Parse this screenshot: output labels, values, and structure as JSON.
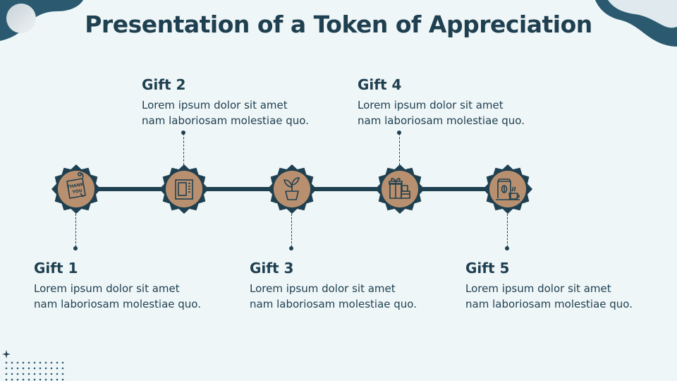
{
  "title": "Presentation of a Token of Appreciation",
  "gifts": [
    {
      "title": "Gift 1",
      "line1": "Lorem ipsum dolor sit amet",
      "line2": "nam laboriosam molestiae quo.",
      "icon": "thank-you-card-icon",
      "badge_text_1": "THANK",
      "badge_text_2": "YOU"
    },
    {
      "title": "Gift 2",
      "line1": "Lorem ipsum dolor sit amet",
      "line2": "nam laboriosam molestiae quo.",
      "icon": "book-icon"
    },
    {
      "title": "Gift 3",
      "line1": "Lorem ipsum dolor sit amet",
      "line2": "nam laboriosam molestiae quo.",
      "icon": "plant-pot-icon"
    },
    {
      "title": "Gift 4",
      "line1": "Lorem ipsum dolor sit amet",
      "line2": "nam laboriosam molestiae quo.",
      "icon": "gift-boxes-icon"
    },
    {
      "title": "Gift 5",
      "line1": "Lorem ipsum dolor sit amet",
      "line2": "nam laboriosam molestiae quo.",
      "icon": "coffee-package-icon"
    }
  ],
  "colors": {
    "background": "#eff6f8",
    "dark": "#1f4050",
    "accent": "#b9906f"
  }
}
